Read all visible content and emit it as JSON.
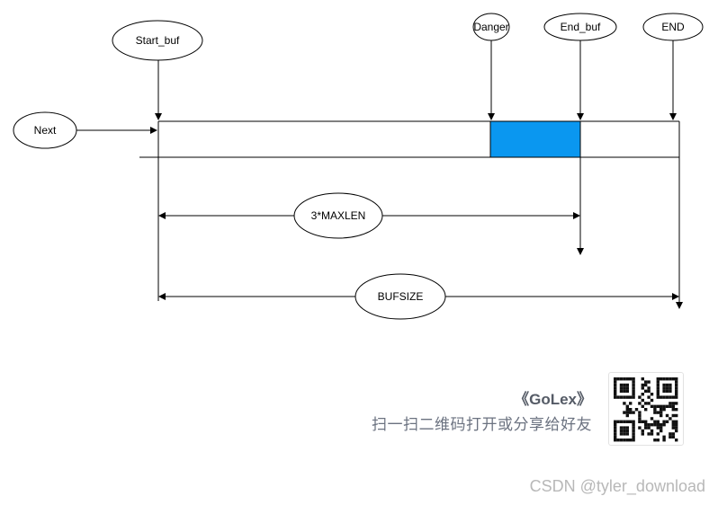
{
  "diagram": {
    "nodes": {
      "start_buf": "Start_buf",
      "danger": "Danger",
      "end_buf": "End_buf",
      "end": "END",
      "next": "Next",
      "maxlen": "3*MAXLEN",
      "bufsize": "BUFSIZE"
    },
    "colors": {
      "danger_zone": "#0a97f0",
      "stroke": "#000000"
    }
  },
  "footer": {
    "book_title": "《GoLex》",
    "share_caption": "扫一扫二维码打开或分享给好友",
    "qr_icon": "qr-code-icon",
    "watermark": "CSDN @tyler_download"
  }
}
